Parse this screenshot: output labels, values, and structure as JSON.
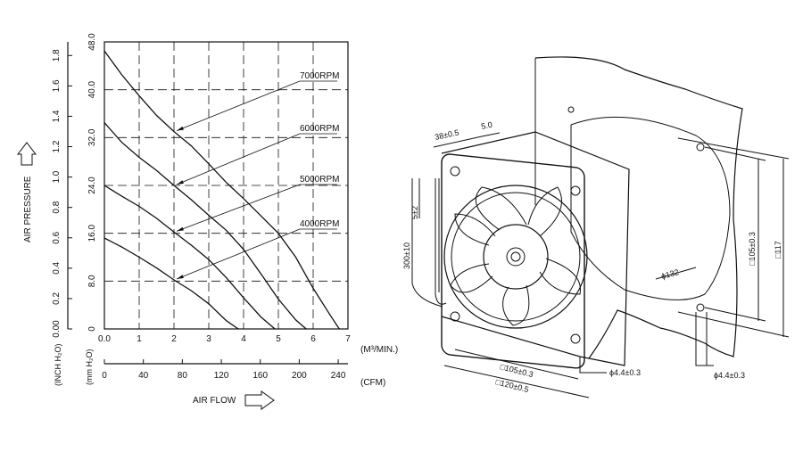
{
  "chart_data": {
    "type": "line",
    "title": "",
    "xlabel": "AIR FLOW",
    "ylabel": "AIR PRESSURE",
    "x_unit_primary": "(M³/MIN.)",
    "x_unit_secondary": "(CFM)",
    "y_unit_primary": "(INCH H₂O)",
    "y_unit_secondary": "(mm H₂O)",
    "xlim": [
      0,
      7
    ],
    "ylim": [
      0,
      48
    ],
    "grid": true,
    "x_ticks": [
      "0.0",
      "1",
      "2",
      "3",
      "4",
      "5",
      "6",
      "7"
    ],
    "cfm_ticks": [
      "0",
      "40",
      "80",
      "120",
      "160",
      "200",
      "240"
    ],
    "y_ticks_mm": [
      "0",
      "8.0",
      "16.0",
      "24.0",
      "32.0",
      "40.0",
      "48.0"
    ],
    "y_ticks_inch": [
      "0.00",
      "0.2",
      "0.4",
      "0.6",
      "0.8",
      "1.0",
      "1.2",
      "1.4",
      "1.6",
      "1.8"
    ],
    "series": [
      {
        "name": "7000RPM",
        "x": [
          0,
          0.5,
          1,
          1.5,
          2,
          2.5,
          3,
          3.5,
          4,
          4.5,
          5,
          5.5,
          6,
          6.5,
          6.75
        ],
        "y": [
          46.5,
          42.5,
          39,
          35.7,
          33,
          30.6,
          27.6,
          24.5,
          21.8,
          18.9,
          16,
          12,
          6.8,
          2.2,
          0
        ]
      },
      {
        "name": "6000RPM",
        "x": [
          0,
          0.5,
          1,
          1.5,
          2,
          2.5,
          3,
          3.5,
          4,
          4.5,
          5,
          5.5,
          5.8
        ],
        "y": [
          34.5,
          31.2,
          28.7,
          26.5,
          24,
          21.6,
          19,
          16.5,
          13.3,
          9.2,
          5,
          1.5,
          0
        ]
      },
      {
        "name": "5000RPM",
        "x": [
          0,
          0.5,
          1,
          1.5,
          2,
          2.5,
          3,
          3.5,
          4,
          4.5,
          4.9
        ],
        "y": [
          24,
          22.2,
          20.5,
          18.5,
          16.2,
          14,
          11.6,
          8.6,
          5.2,
          2,
          0
        ]
      },
      {
        "name": "4000RPM",
        "x": [
          0,
          0.5,
          1,
          1.5,
          2,
          2.5,
          3,
          3.5,
          3.85
        ],
        "y": [
          15.2,
          13.7,
          12,
          10.2,
          8.2,
          6.4,
          4.2,
          1.4,
          0
        ]
      }
    ]
  },
  "drawing": {
    "dims": {
      "d38": "38±0.5",
      "d5": "5.0",
      "d5b": "5±2",
      "d300": "300±10",
      "d105a": "□105±0.3",
      "d120": "□120±0.5",
      "d44a": "ϕ4.4±0.3",
      "d132": "ϕ132",
      "d105b": "□105±0.3",
      "d117": "□117",
      "d44b": "ϕ4.4±0.3"
    }
  }
}
